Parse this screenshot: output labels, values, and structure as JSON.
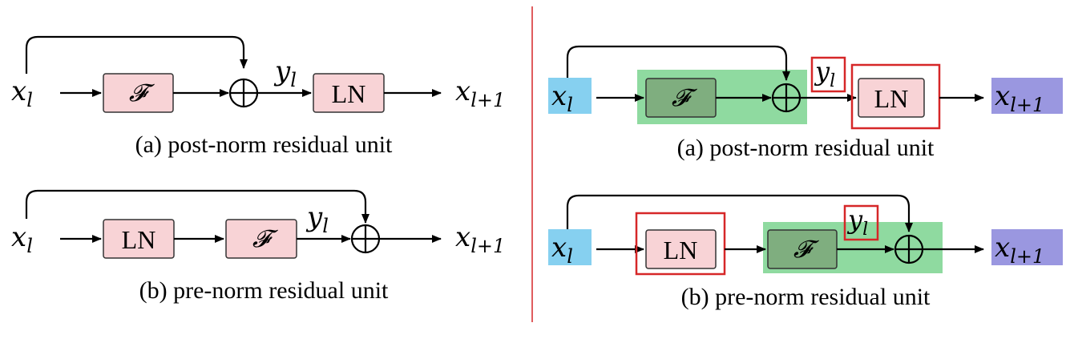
{
  "colors": {
    "box_fill": "#f8d3d6",
    "box_dark_fill": "#7fae7f",
    "green_highlight": "#8fdaa0",
    "input_highlight": "#86d0f0",
    "output_highlight": "#9a97e0",
    "red_frame": "#d62728",
    "divider": "#d62728"
  },
  "left": {
    "a": {
      "input": "x",
      "input_sub": "l",
      "f_block": "𝓕",
      "y_label": "y",
      "y_sub": "l",
      "ln_block": "LN",
      "output": "x",
      "output_sub": "l+1",
      "caption": "(a) post-norm residual unit"
    },
    "b": {
      "input": "x",
      "input_sub": "l",
      "ln_block": "LN",
      "f_block": "𝓕",
      "y_label": "y",
      "y_sub": "l",
      "output": "x",
      "output_sub": "l+1",
      "caption": "(b) pre-norm residual unit"
    }
  },
  "right": {
    "a": {
      "input": "x",
      "input_sub": "l",
      "f_block": "𝓕",
      "y_label": "y",
      "y_sub": "l",
      "ln_block": "LN",
      "output": "x",
      "output_sub": "l+1",
      "caption": "(a) post-norm residual unit"
    },
    "b": {
      "input": "x",
      "input_sub": "l",
      "ln_block": "LN",
      "f_block": "𝓕",
      "y_label": "y",
      "y_sub": "l",
      "output": "x",
      "output_sub": "l+1",
      "caption": "(b) pre-norm residual unit"
    }
  }
}
